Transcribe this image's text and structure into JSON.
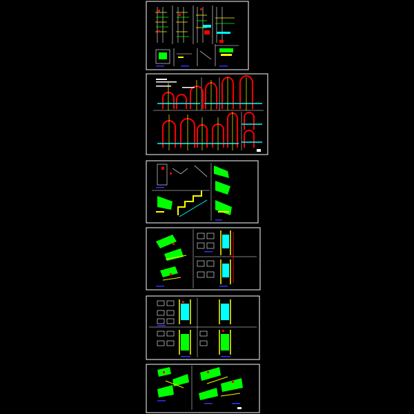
{
  "viewer": {
    "background": "#000000",
    "frame_color": "#ffffff",
    "palette": {
      "white": "#ffffff",
      "yellow": "#ffff00",
      "red": "#ff0000",
      "green": "#00ff00",
      "cyan": "#00ffff",
      "blue": "#3030ff",
      "magenta": "#ff00ff"
    }
  },
  "sheets": [
    {
      "id": "sheet-1",
      "content": "columns-and-details"
    },
    {
      "id": "sheet-2",
      "content": "arch-elevations"
    },
    {
      "id": "sheet-3",
      "content": "stair-sections-and-details"
    },
    {
      "id": "sheet-4",
      "content": "stair-details-and-elevations"
    },
    {
      "id": "sheet-5",
      "content": "plans-and-elevations"
    },
    {
      "id": "sheet-6",
      "content": "small-details"
    }
  ]
}
